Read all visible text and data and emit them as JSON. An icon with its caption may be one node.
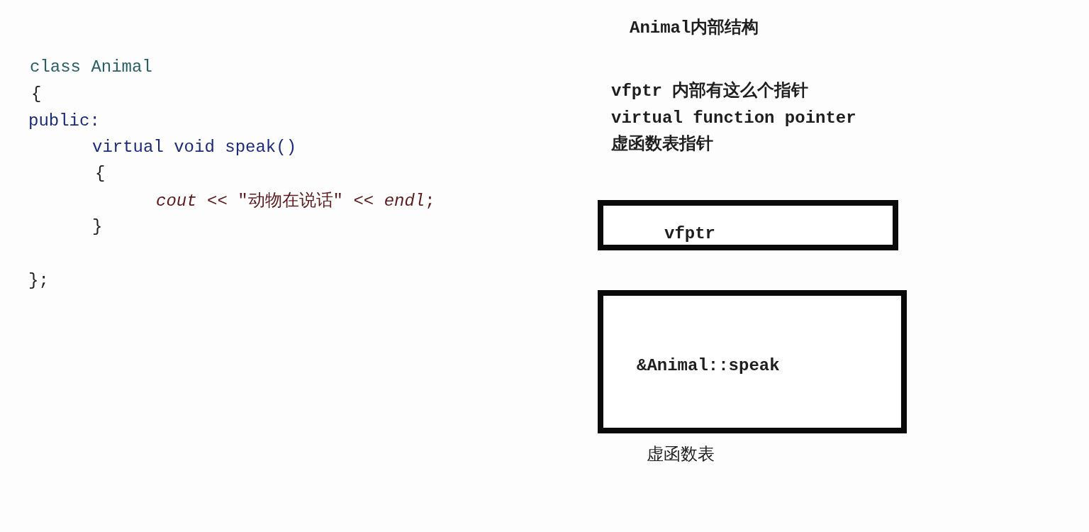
{
  "diagram": {
    "title": "Animal内部结构",
    "nodes": [
      {
        "text": [
          "vfptr"
        ]
      },
      {
        "text": [
          "&Animal::speak"
        ],
        "beside": [
          "虚函数表"
        ]
      }
    ],
    "edges": [],
    "labels": [
      "class Animal",
      "{",
      "public:",
      "virtual void speak()",
      "{",
      "*cout* << \"动物在说话\" << *endl*;",
      "}",
      "};",
      "vfptr 内部有这么个指针",
      "virtual function pointer",
      "虚函数表指针"
    ]
  }
}
